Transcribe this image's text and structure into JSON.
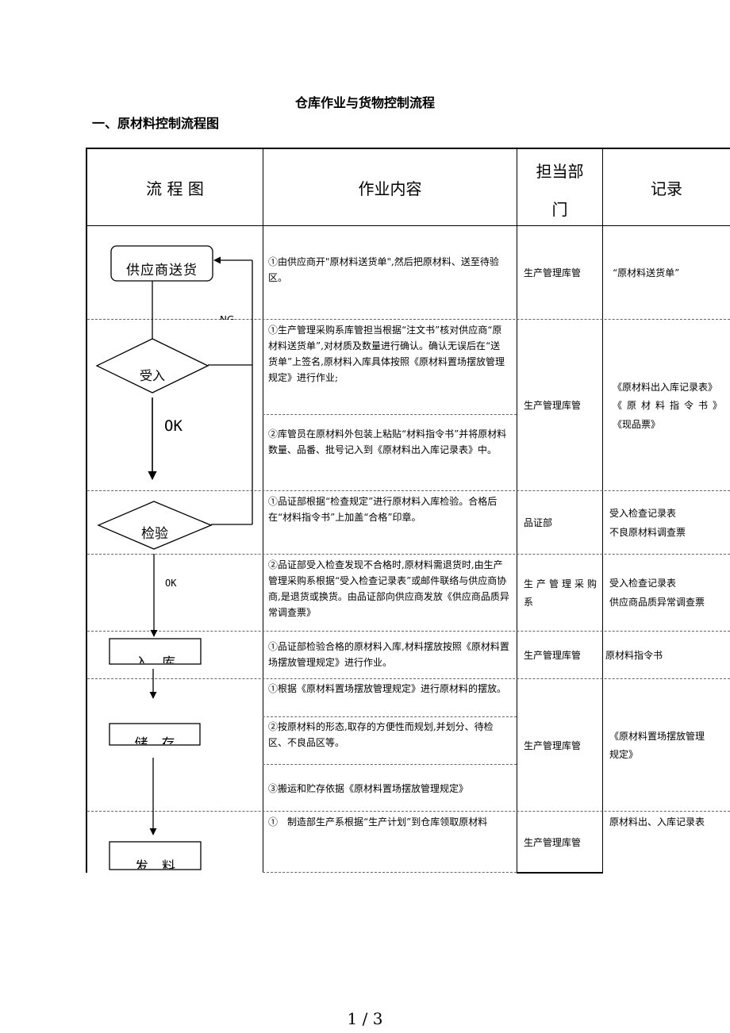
{
  "document": {
    "title": "仓库作业与货物控制流程",
    "section_heading": "一、原材料控制流程图",
    "page_number": "1 / 3"
  },
  "table": {
    "headers": {
      "flow": "流 程 图",
      "content": "作业内容",
      "dept_line1": "担当部",
      "dept_line2": "门",
      "record": "记录"
    },
    "content": {
      "c1": "①由供应商开\"原材料送货单\",然后把原材料、送至待验区。",
      "c2": "①生产管理采购系库管担当根据“注文书”核对供应商“原材料送货单”,对材质及数量进行确认。确认无误后在“送货单”上签名,原材料入库具体按照《原材料置场摆放管理规定》进行作业;",
      "c3": "②库管员在原材料外包装上粘贴“材料指令书”并将原材料数量、品番、批号记入到《原材料出入库记录表》中。",
      "c4": "①品证部根据“检查规定”进行原材料入库检验。合格后在“材料指令书”上加盖“合格”印章。",
      "c5": "②品证部受入检查发现不合格时,原材料需退货时,由生产管理采购系根据“受入检查记录表”或邮件联络与供应商协商,是退货或换货。由品证部向供应商发放《供应商品质异常调查票》",
      "c6": "①品证部检验合格的原材料入库,材料摆放按照《原材料置场摆放管理规定》进行作业。",
      "c7": "①根据《原材料置场摆放管理规定》进行原材料的摆放。",
      "c8": "②按原材料的形态,取存的方便性而规划,并划分、待检区、不良品区等。",
      "c9": "③搬运和贮存依据《原材料置场摆放管理规定》",
      "c10": "①　制造部生产系根据“生产计划”到仓库领取原材料"
    },
    "dept": {
      "d1": "生产管理库管",
      "d2": "生产管理库管",
      "d3": "品证部",
      "d4_line1": "生产管理采购",
      "d4_line2": "系",
      "d5": "生产管理库管",
      "d6": "生产管理库管",
      "d7": "生产管理库管"
    },
    "records": {
      "r1": "“原材料送货单”",
      "r2_line1": "《原材料出入库记录表》",
      "r2_line2": "《原材料指令书》",
      "r2_line3": "《现品票》",
      "r3_line1": "受入检查记录表",
      "r3_line2": "不良原材料调查票",
      "r4_line1": "受入检查记录表",
      "r4_line2": "供应商品质异常调查票",
      "r5": "原材料指令书",
      "r6_line1": "《原材料置场摆放管理",
      "r6_line2": "规定》",
      "r7": "原材料出、入库记录表"
    }
  },
  "flowchart": {
    "supplier_delivery": "供应商送货",
    "receive": "受入",
    "inspect": "检验",
    "store_in": "入　库",
    "storage": "储　存",
    "issue": "发　料",
    "ok_label_1": "OK",
    "ok_label_2": "OK",
    "ng_label": "NG"
  }
}
